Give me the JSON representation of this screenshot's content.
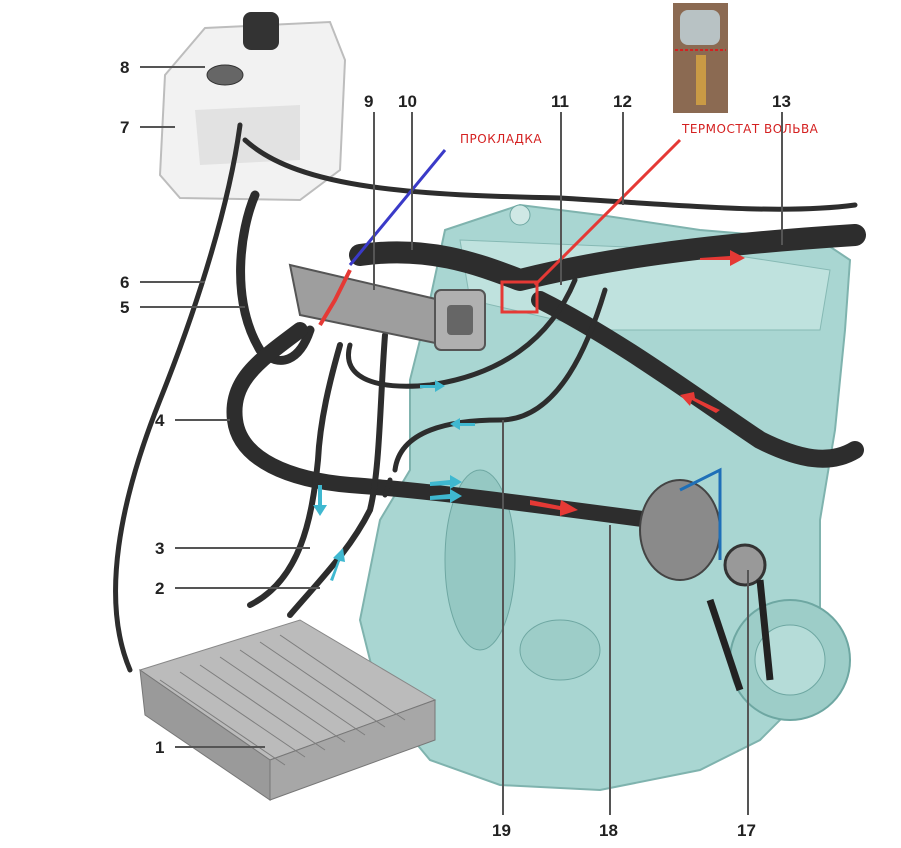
{
  "diagram": {
    "callouts": [
      "1",
      "2",
      "3",
      "4",
      "5",
      "6",
      "7",
      "8",
      "9",
      "10",
      "11",
      "12",
      "13",
      "17",
      "18",
      "19"
    ],
    "annotations": {
      "gasket": "ПРОКЛАДКА",
      "thermostat": "ТЕРМОСТАТ ВОЛЬВА"
    },
    "colors": {
      "engine": "#a9d6d2",
      "hose": "#2d2d2d",
      "hot_arrow": "#e53935",
      "cold_arrow": "#3fb8d0",
      "annotation_red": "#d42020",
      "annotation_blue": "#3a3ac8"
    }
  }
}
